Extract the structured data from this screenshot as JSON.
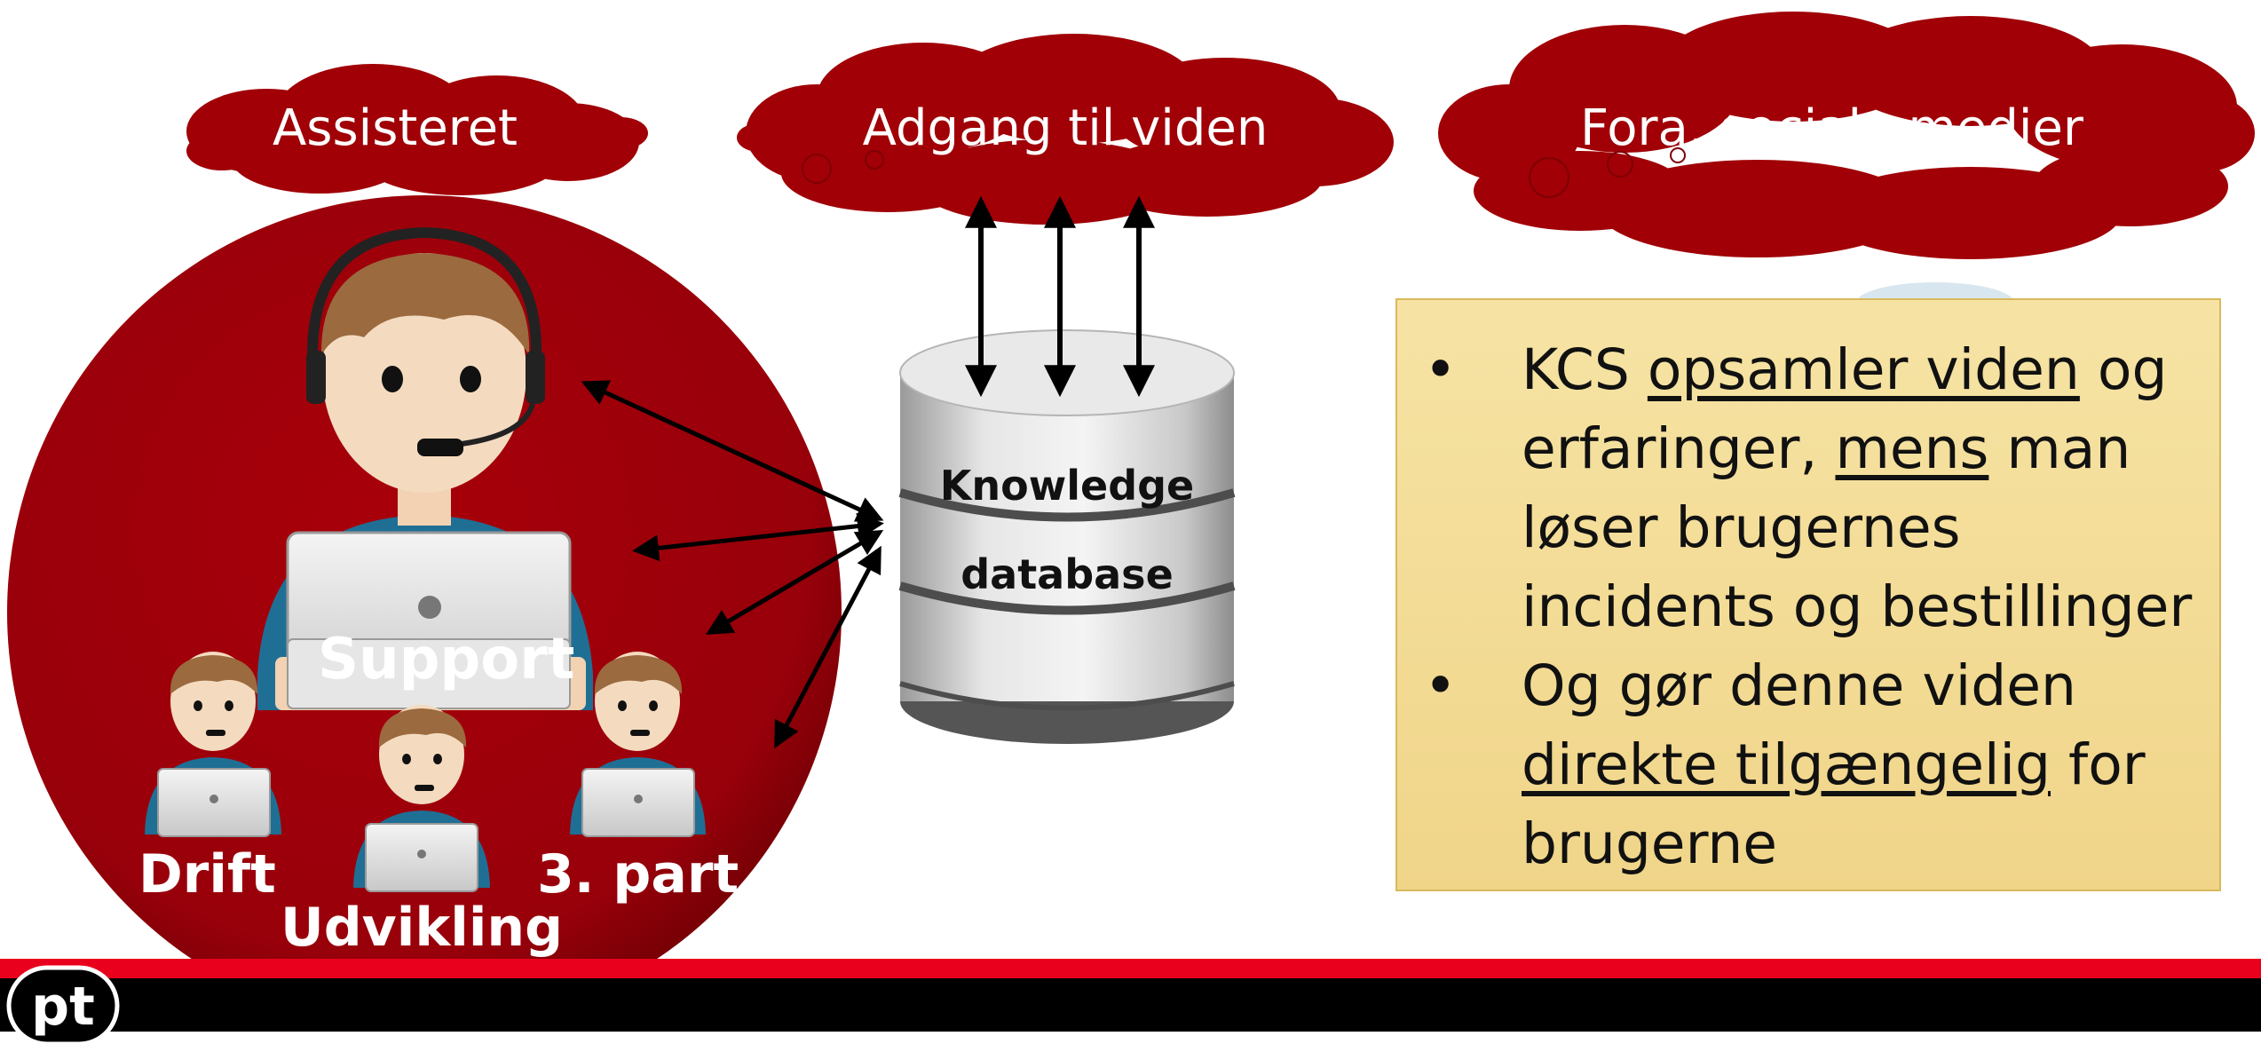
{
  "clouds": {
    "assisted": "Assisteret",
    "access": "Adgang til viden",
    "forums": "Fora, sociale medier"
  },
  "people": {
    "main": "Support",
    "left": "Drift",
    "middle": "Udvikling",
    "right": "3. part"
  },
  "database": {
    "line1": "Knowledge",
    "line2": "database"
  },
  "bullets": {
    "b1_pre": "KCS ",
    "b1_u1": "opsamler viden",
    "b1_mid": " og erfaringer, ",
    "b1_u2": "mens",
    "b1_post": " man løser brugernes incidents og bestillinger",
    "b2_pre": "Og gør denne viden ",
    "b2_u1": "direkte tilgængelig",
    "b2_post": " for brugerne",
    "bullet_char": "•"
  },
  "logo": {
    "text": "pt"
  },
  "colors": {
    "cloud": "#a00006",
    "circle": "#a30008",
    "footer_red": "#e8001c",
    "footer_black": "#000000",
    "note_bg": "#f3dc95"
  }
}
